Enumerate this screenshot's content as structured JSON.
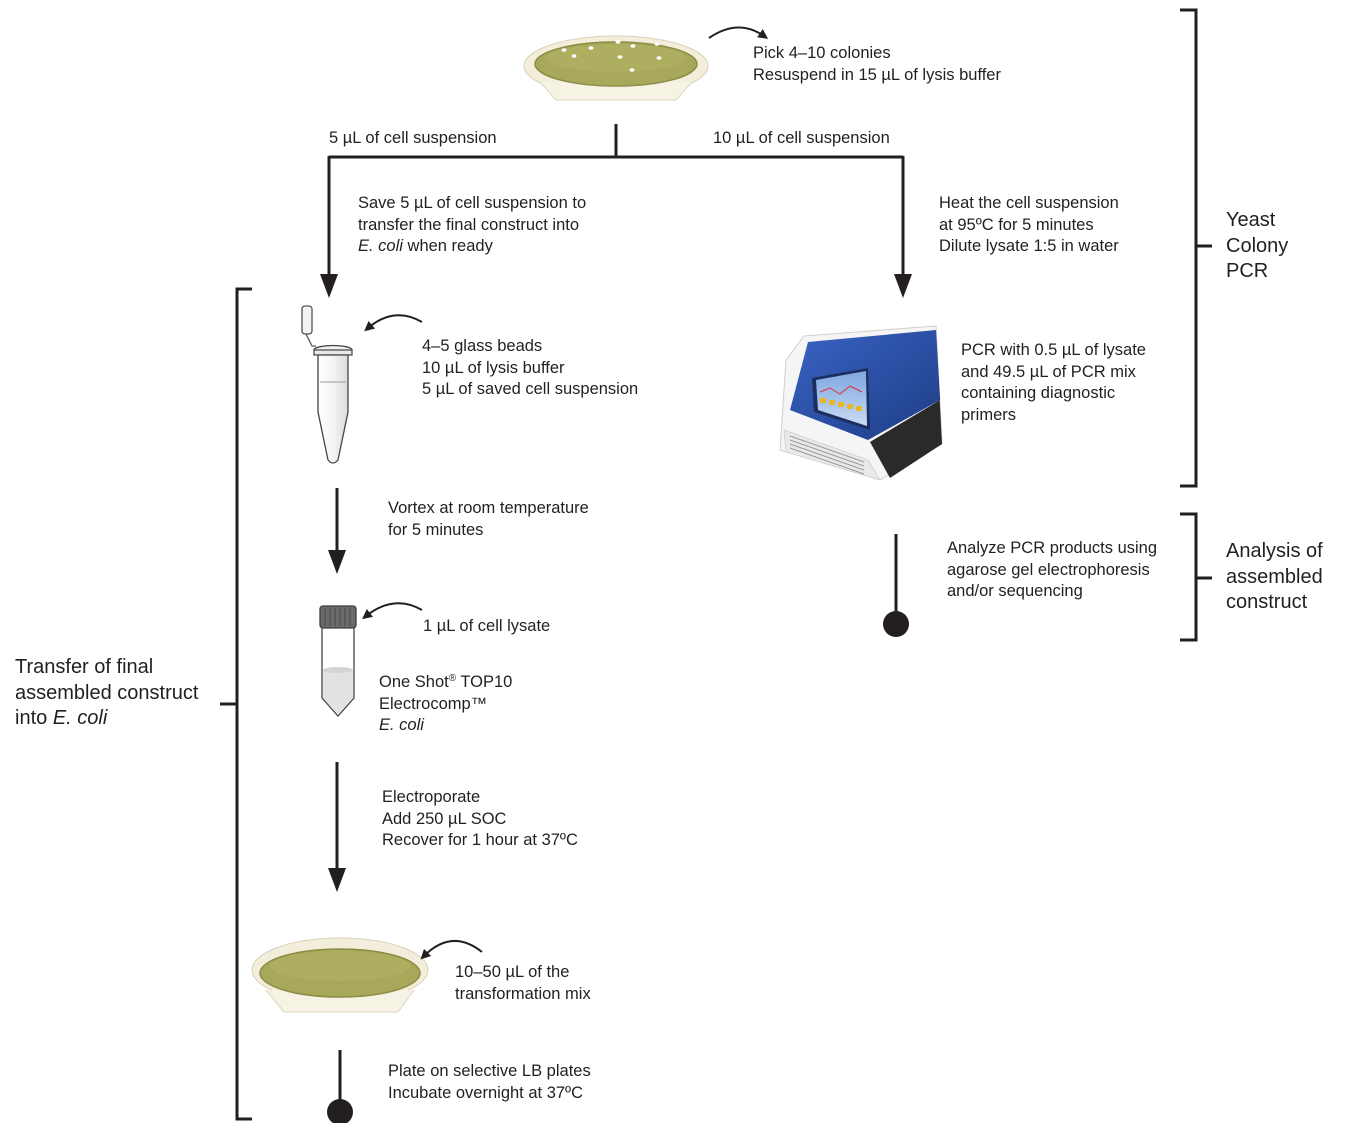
{
  "top_plate": {
    "line1": "Pick 4–10 colonies",
    "line2": "Resuspend in 15 µL of lysis buffer"
  },
  "split": {
    "left_label": "5 µL of cell suspension",
    "right_label": "10 µL of cell suspension"
  },
  "save_note": {
    "line1": "Save 5 µL of cell suspension to",
    "line2": "transfer the final construct into",
    "line3_italic": "E. coli",
    "line3_rest": " when ready"
  },
  "heat_step": {
    "line1": "Heat the cell suspension",
    "line2": "at 95ºC for 5 minutes",
    "line3": "Dilute lysate 1:5 in water"
  },
  "pcr_step": {
    "line1": "PCR with 0.5 µL of lysate",
    "line2": "and 49.5 µL of PCR mix",
    "line3": "containing diagnostic",
    "line4": "primers"
  },
  "analyze_step": {
    "line1": "Analyze PCR products using",
    "line2": "agarose gel electrophoresis",
    "line3": "and/or sequencing"
  },
  "bead_tube": {
    "line1": "4–5 glass beads",
    "line2": "10 µL of lysis buffer",
    "line3": "5 µL of saved cell suspension"
  },
  "vortex_step": {
    "line1": "Vortex at room temperature",
    "line2": "for 5 minutes"
  },
  "cell_tube": {
    "lysate": "1 µL of cell lysate",
    "product_line1_a": "One Shot",
    "product_line1_sup": "®",
    "product_line1_b": " TOP10",
    "product_line2": "Electrocomp™",
    "product_line3": "E. coli"
  },
  "electro_step": {
    "line1": "Electroporate",
    "line2": "Add 250 µL SOC",
    "line3": "Recover for 1 hour at 37ºC"
  },
  "bottom_plate": {
    "line1": "10–50 µL of the",
    "line2": "transformation mix"
  },
  "final_step": {
    "line1": "Plate on selective LB plates",
    "line2": "Incubate overnight at 37ºC"
  },
  "brackets": {
    "yeast_pcr": [
      "Yeast",
      "Colony",
      "PCR"
    ],
    "analysis": [
      "Analysis of",
      "assembled",
      "construct"
    ],
    "transfer_line1": "Transfer of final",
    "transfer_line2": "assembled construct",
    "transfer_line3_a": "into ",
    "transfer_line3_italic": "E. coli"
  },
  "colors": {
    "line": "#231f20",
    "agar": "#a8a85a",
    "agar_dark": "#8c8c45",
    "dish": "#efe9d6",
    "cycler_blue": "#2a4fa3",
    "cycler_white": "#f2f2f2",
    "cycler_dark": "#2b2b2b"
  }
}
